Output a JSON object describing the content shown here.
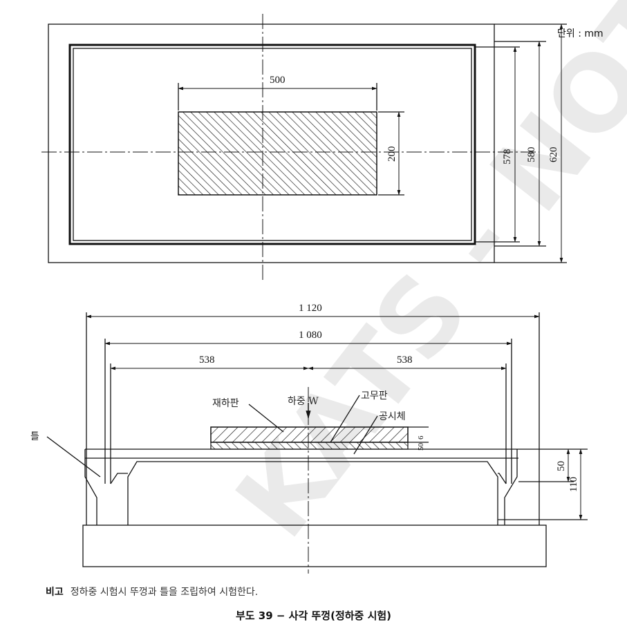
{
  "unit_label": "단위 : mm",
  "top_view": {
    "dim_width": "500",
    "dim_height": "200",
    "dim_578": "578",
    "dim_580": "580",
    "dim_620": "620"
  },
  "side_view": {
    "dim_1120": "1 120",
    "dim_1080": "1 080",
    "dim_538_left": "538",
    "dim_538_right": "538",
    "dim_50": "50",
    "dim_110": "110",
    "dim_6": "6",
    "dim_50_small": "50",
    "label_plate": "재하판",
    "label_load": "하중 W",
    "label_rubber": "고무판",
    "label_specimen": "공시체",
    "label_frame": "틀"
  },
  "note": {
    "prefix": "비고",
    "text": "정하중 시험시 뚜껑과 틀을 조립하여 시험한다."
  },
  "figure_title": "부도 39 − 사각 뚜껑(정하중 시험)",
  "watermark": "KATS - NOTE"
}
